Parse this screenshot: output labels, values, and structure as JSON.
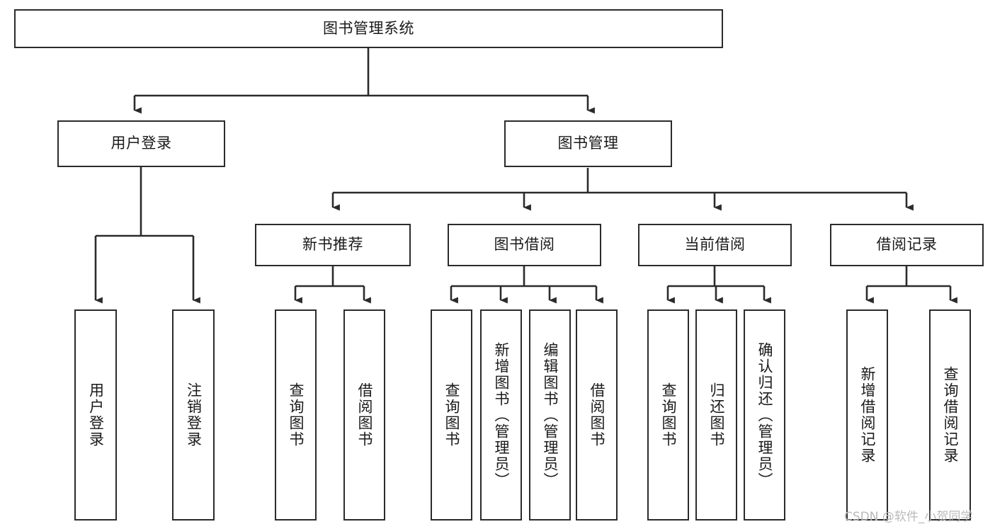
{
  "diagram": {
    "title": "图书管理系统",
    "type": "hierarchy-tree",
    "watermark": "CSDN @软件_小贺同学",
    "colors": {
      "box_border": "#2b2b2b",
      "box_fill": "#ffffff",
      "connector": "#2b2b2b",
      "text": "#1a1a1a",
      "watermark": "#b9b9b9",
      "background": "#ffffff"
    },
    "nodes": {
      "root": {
        "label": "图书管理系统",
        "level": 1,
        "orientation": "horizontal"
      },
      "user_login": {
        "label": "用户登录",
        "level": 2,
        "orientation": "horizontal"
      },
      "book_manage": {
        "label": "图书管理",
        "level": 2,
        "orientation": "horizontal"
      },
      "new_book_rec": {
        "label": "新书推荐",
        "level": 3,
        "orientation": "horizontal"
      },
      "book_borrow": {
        "label": "图书借阅",
        "level": 3,
        "orientation": "horizontal"
      },
      "current_borrow": {
        "label": "当前借阅",
        "level": 3,
        "orientation": "horizontal"
      },
      "borrow_record": {
        "label": "借阅记录",
        "level": 3,
        "orientation": "horizontal"
      },
      "leaf_user_login": {
        "label": "用户登录",
        "level": 4,
        "orientation": "vertical"
      },
      "leaf_logout": {
        "label": "注销登录",
        "level": 4,
        "orientation": "vertical"
      },
      "leaf_query_book_1": {
        "label": "查询图书",
        "level": 4,
        "orientation": "vertical"
      },
      "leaf_borrow_book_1": {
        "label": "借阅图书",
        "level": 4,
        "orientation": "vertical"
      },
      "leaf_query_book_2": {
        "label": "查询图书",
        "level": 4,
        "orientation": "vertical"
      },
      "leaf_add_book": {
        "label": "新增图书（管理员）",
        "level": 4,
        "orientation": "vertical"
      },
      "leaf_edit_book": {
        "label": "编辑图书（管理员）",
        "level": 4,
        "orientation": "vertical"
      },
      "leaf_borrow_book_2": {
        "label": "借阅图书",
        "level": 4,
        "orientation": "vertical"
      },
      "leaf_query_book_3": {
        "label": "查询图书",
        "level": 4,
        "orientation": "vertical"
      },
      "leaf_return_book": {
        "label": "归还图书",
        "level": 4,
        "orientation": "vertical"
      },
      "leaf_confirm_return": {
        "label": "确认归还（管理员）",
        "level": 4,
        "orientation": "vertical"
      },
      "leaf_add_record": {
        "label": "新增借阅记录",
        "level": 4,
        "orientation": "vertical"
      },
      "leaf_query_record": {
        "label": "查询借阅记录",
        "level": 4,
        "orientation": "vertical"
      }
    },
    "edges": [
      {
        "from": "root",
        "to": "user_login"
      },
      {
        "from": "root",
        "to": "book_manage"
      },
      {
        "from": "user_login",
        "to": "leaf_user_login"
      },
      {
        "from": "user_login",
        "to": "leaf_logout"
      },
      {
        "from": "book_manage",
        "to": "new_book_rec"
      },
      {
        "from": "book_manage",
        "to": "book_borrow"
      },
      {
        "from": "book_manage",
        "to": "current_borrow"
      },
      {
        "from": "book_manage",
        "to": "borrow_record"
      },
      {
        "from": "new_book_rec",
        "to": "leaf_query_book_1"
      },
      {
        "from": "new_book_rec",
        "to": "leaf_borrow_book_1"
      },
      {
        "from": "book_borrow",
        "to": "leaf_query_book_2"
      },
      {
        "from": "book_borrow",
        "to": "leaf_add_book"
      },
      {
        "from": "book_borrow",
        "to": "leaf_edit_book"
      },
      {
        "from": "book_borrow",
        "to": "leaf_borrow_book_2"
      },
      {
        "from": "current_borrow",
        "to": "leaf_query_book_3"
      },
      {
        "from": "current_borrow",
        "to": "leaf_return_book"
      },
      {
        "from": "current_borrow",
        "to": "leaf_confirm_return"
      },
      {
        "from": "borrow_record",
        "to": "leaf_add_record"
      },
      {
        "from": "borrow_record",
        "to": "leaf_query_record"
      }
    ]
  }
}
